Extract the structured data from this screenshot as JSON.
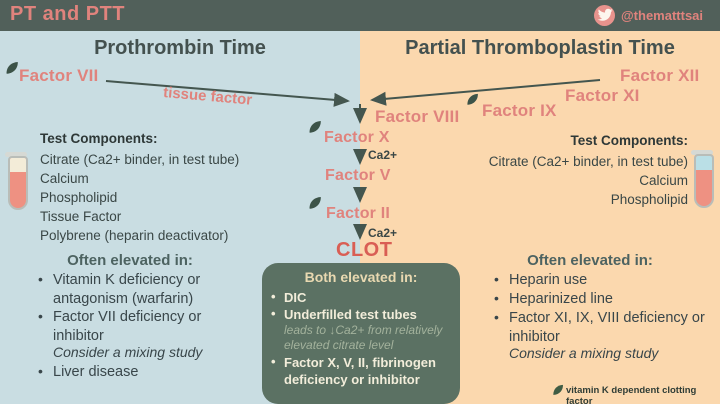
{
  "header": {
    "title": "PT and PTT",
    "handle": "@thematttsai"
  },
  "left_panel": {
    "title": "Prothrombin Time",
    "factor_vii": "Factor VII",
    "tissue_factor_label": "tissue factor",
    "test_components": {
      "heading": "Test Components:",
      "items": [
        "Citrate (Ca2+ binder, in test tube)",
        "Calcium",
        "Phospholipid",
        "Tissue Factor",
        "Polybrene (heparin deactivator)"
      ]
    },
    "elevated": {
      "heading": "Often elevated in:",
      "items": [
        {
          "text": "Vitamin K deficiency or antagonism (warfarin)"
        },
        {
          "text": "Factor VII deficiency or inhibitor",
          "note": "Consider a mixing study"
        },
        {
          "text": "Liver disease"
        }
      ]
    }
  },
  "right_panel": {
    "title": "Partial Thromboplastin Time",
    "factor_xii": "Factor XII",
    "factor_xi": "Factor XI",
    "factor_ix": "Factor IX",
    "factor_viii": "Factor VIII",
    "test_components": {
      "heading": "Test Components:",
      "items": [
        "Citrate (Ca2+ binder, in test tube)",
        "Calcium",
        "Phospholipid"
      ]
    },
    "elevated": {
      "heading": "Often elevated in:",
      "items": [
        {
          "text": "Heparin use"
        },
        {
          "text": "Heparinized line"
        },
        {
          "text": "Factor XI, IX, VIII deficiency or inhibitor",
          "note": "Consider a mixing study"
        }
      ]
    }
  },
  "cascade": {
    "factor_x": "Factor X",
    "factor_v": "Factor V",
    "factor_ii": "Factor II",
    "ca_label": "Ca2+",
    "clot": "CLOT"
  },
  "both_box": {
    "heading": "Both elevated in:",
    "items": [
      {
        "text": "DIC"
      },
      {
        "text": "Underfilled test tubes",
        "note": "leads to ↓Ca2+ from relatively elevated citrate level"
      },
      {
        "text": "Factor X, V, II,  fibrinogen deficiency or inhibitor"
      }
    ]
  },
  "footnote": {
    "legend": "vitamin K dependent clotting factor"
  },
  "bullet": "•",
  "colors": {
    "header_bg": "#51605a",
    "left_bg": "#c9dde2",
    "right_bg": "#fbd8ae",
    "accent_salmon": "#e0837d",
    "clot_red": "#d95e54",
    "box_green": "#5b7163",
    "arrow": "#44564f",
    "leaf_green": "#3c5348"
  }
}
